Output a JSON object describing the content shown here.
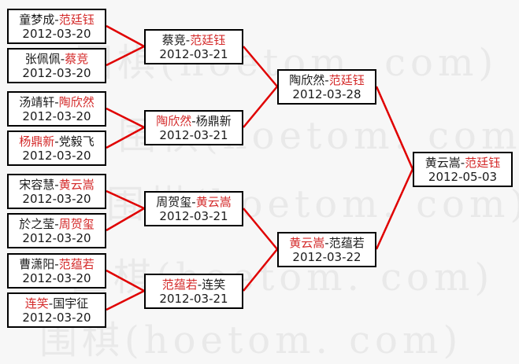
{
  "watermark": {
    "text": "围棋(hoetom. com)"
  },
  "colors": {
    "winner_red": "#d42a2a",
    "line_red": "#e00000",
    "box_border": "#000000",
    "box_bg": "#ffffff",
    "page_bg": "#f7f7f7"
  },
  "bracket": {
    "separator": "-",
    "rounds": [
      {
        "matches": [
          {
            "left": "童梦成",
            "right": "范廷钰",
            "winner": "right",
            "date": "2012-03-20"
          },
          {
            "left": "张佩佩",
            "right": "蔡竞",
            "winner": "right",
            "date": "2012-03-20"
          },
          {
            "left": "汤靖轩",
            "right": "陶欣然",
            "winner": "right",
            "date": "2012-03-20"
          },
          {
            "left": "杨鼎新",
            "right": "党毅飞",
            "winner": "left",
            "date": "2012-03-20"
          },
          {
            "left": "宋容慧",
            "right": "黄云嵩",
            "winner": "right",
            "date": "2012-03-20"
          },
          {
            "left": "於之莹",
            "right": "周贺玺",
            "winner": "right",
            "date": "2012-03-20"
          },
          {
            "left": "曹潇阳",
            "right": "范蕴若",
            "winner": "right",
            "date": "2012-03-20"
          },
          {
            "left": "连笑",
            "right": "国宇征",
            "winner": "left",
            "date": "2012-03-20"
          }
        ]
      },
      {
        "matches": [
          {
            "left": "蔡竞",
            "right": "范廷钰",
            "winner": "right",
            "date": "2012-03-21"
          },
          {
            "left": "陶欣然",
            "right": "杨鼎新",
            "winner": "left",
            "date": "2012-03-21"
          },
          {
            "left": "周贺玺",
            "right": "黄云嵩",
            "winner": "right",
            "date": "2012-03-21"
          },
          {
            "left": "范蕴若",
            "right": "连笑",
            "winner": "left",
            "date": "2012-03-21"
          }
        ]
      },
      {
        "matches": [
          {
            "left": "陶欣然",
            "right": "范廷钰",
            "winner": "right",
            "date": "2012-03-28"
          },
          {
            "left": "黄云嵩",
            "right": "范蕴若",
            "winner": "left",
            "date": "2012-03-22"
          }
        ]
      },
      {
        "matches": [
          {
            "left": "黄云嵩",
            "right": "范廷钰",
            "winner": "right",
            "date": "2012-05-03"
          }
        ]
      }
    ]
  }
}
